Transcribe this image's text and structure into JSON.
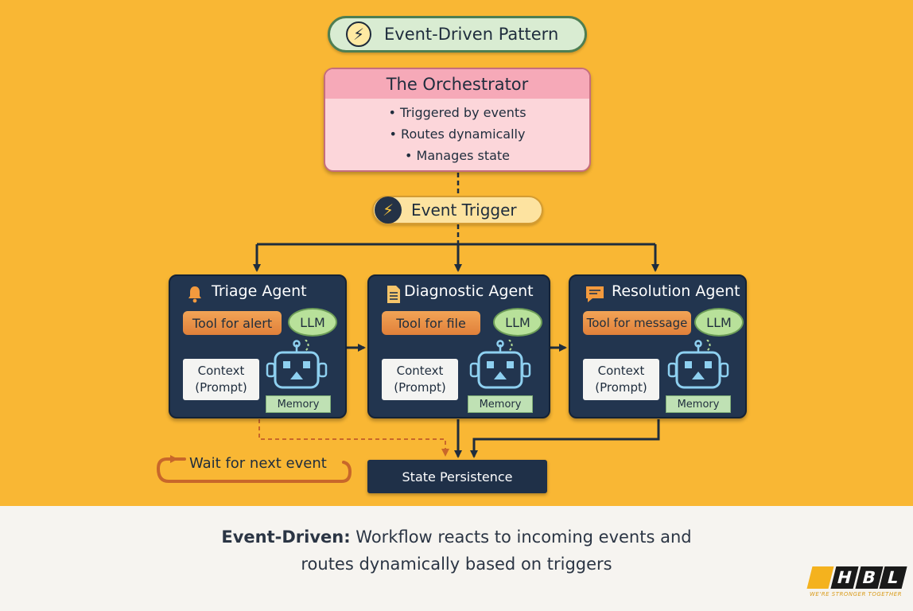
{
  "header": {
    "title": "Event-Driven Pattern"
  },
  "orchestrator": {
    "title": "The Orchestrator",
    "bullets": [
      "• Triggered by events",
      "• Routes dynamically",
      "• Manages state"
    ]
  },
  "trigger": {
    "label": "Event Trigger"
  },
  "agents": [
    {
      "title": "Triage Agent",
      "icon": "bell-icon",
      "tool": "Tool for alert",
      "llm": "LLM",
      "context_line1": "Context",
      "context_line2": "(Prompt)",
      "memory": "Memory"
    },
    {
      "title": "Diagnostic Agent",
      "icon": "document-icon",
      "tool": "Tool for file",
      "llm": "LLM",
      "context_line1": "Context",
      "context_line2": "(Prompt)",
      "memory": "Memory"
    },
    {
      "title": "Resolution Agent",
      "icon": "chat-icon",
      "tool": "Tool for message",
      "llm": "LLM",
      "context_line1": "Context",
      "context_line2": "(Prompt)",
      "memory": "Memory"
    }
  ],
  "wait": {
    "label": "Wait for next event"
  },
  "state": {
    "label": "State Persistence"
  },
  "caption": {
    "bold": "Event-Driven:",
    "line1": " Workflow reacts to incoming events and",
    "line2": "routes dynamically based on triggers"
  },
  "logo": {
    "letters": [
      "H",
      "B",
      "L"
    ],
    "tagline": "WE'RE STRONGER TOGETHER"
  },
  "colors": {
    "background": "#f9b734",
    "agent": "#22354f",
    "orchestrator": "#fcd6da",
    "llm": "#b8e19a",
    "tool": "#e0803a"
  }
}
